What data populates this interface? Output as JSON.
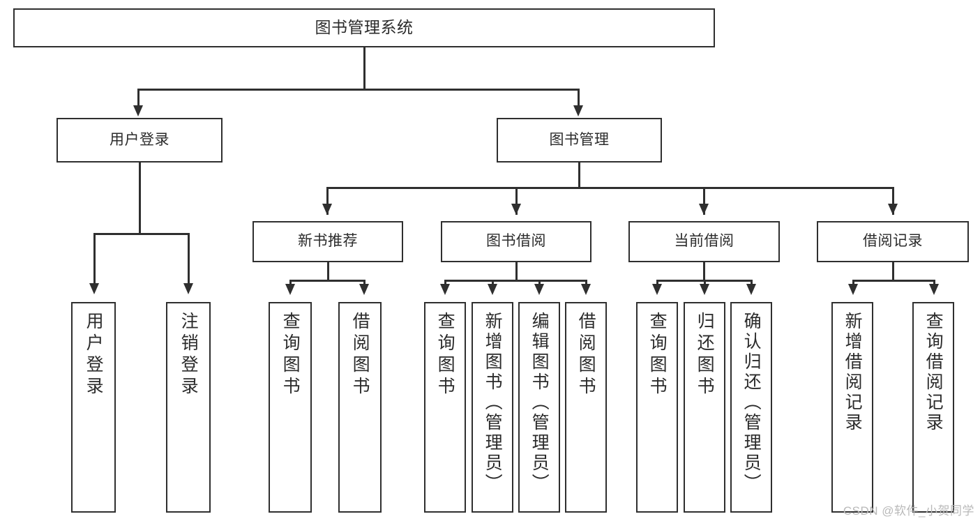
{
  "diagram": {
    "title": "图书管理系统",
    "type": "tree",
    "watermark": "CSDN @软件_小贺同学",
    "root": {
      "id": "root",
      "label": "图书管理系统"
    },
    "level2": [
      {
        "id": "user-login",
        "label": "用户登录"
      },
      {
        "id": "book-manage",
        "label": "图书管理"
      }
    ],
    "level3": [
      {
        "id": "new-book-rec",
        "label": "新书推荐",
        "parent": "book-manage"
      },
      {
        "id": "book-borrow",
        "label": "图书借阅",
        "parent": "book-manage"
      },
      {
        "id": "current-borrow",
        "label": "当前借阅",
        "parent": "book-manage"
      },
      {
        "id": "borrow-record",
        "label": "借阅记录",
        "parent": "book-manage"
      }
    ],
    "leaves": [
      {
        "id": "leaf-user-login",
        "label": "用户登录",
        "parent": "user-login"
      },
      {
        "id": "leaf-logout-login",
        "label": "注销登录",
        "parent": "user-login"
      },
      {
        "id": "leaf-query-book-1",
        "label": "查询图书",
        "parent": "new-book-rec"
      },
      {
        "id": "leaf-borrow-book-1",
        "label": "借阅图书",
        "parent": "new-book-rec"
      },
      {
        "id": "leaf-query-book-2",
        "label": "查询图书",
        "parent": "book-borrow"
      },
      {
        "id": "leaf-add-book",
        "label": "新增图书（管理员）",
        "parent": "book-borrow"
      },
      {
        "id": "leaf-edit-book",
        "label": "编辑图书（管理员）",
        "parent": "book-borrow"
      },
      {
        "id": "leaf-borrow-book-2",
        "label": "借阅图书",
        "parent": "book-borrow"
      },
      {
        "id": "leaf-query-book-3",
        "label": "查询图书",
        "parent": "current-borrow"
      },
      {
        "id": "leaf-return-book",
        "label": "归还图书",
        "parent": "current-borrow"
      },
      {
        "id": "leaf-confirm-return",
        "label": "确认归还（管理员）",
        "parent": "current-borrow"
      },
      {
        "id": "leaf-add-record",
        "label": "新增借阅记录",
        "parent": "borrow-record"
      },
      {
        "id": "leaf-query-record",
        "label": "查询借阅记录",
        "parent": "borrow-record"
      }
    ],
    "colors": {
      "stroke": "#2f2f2f",
      "fill": "#ffffff",
      "text": "#2b2b2b",
      "watermark": "#b9b9b9"
    }
  }
}
